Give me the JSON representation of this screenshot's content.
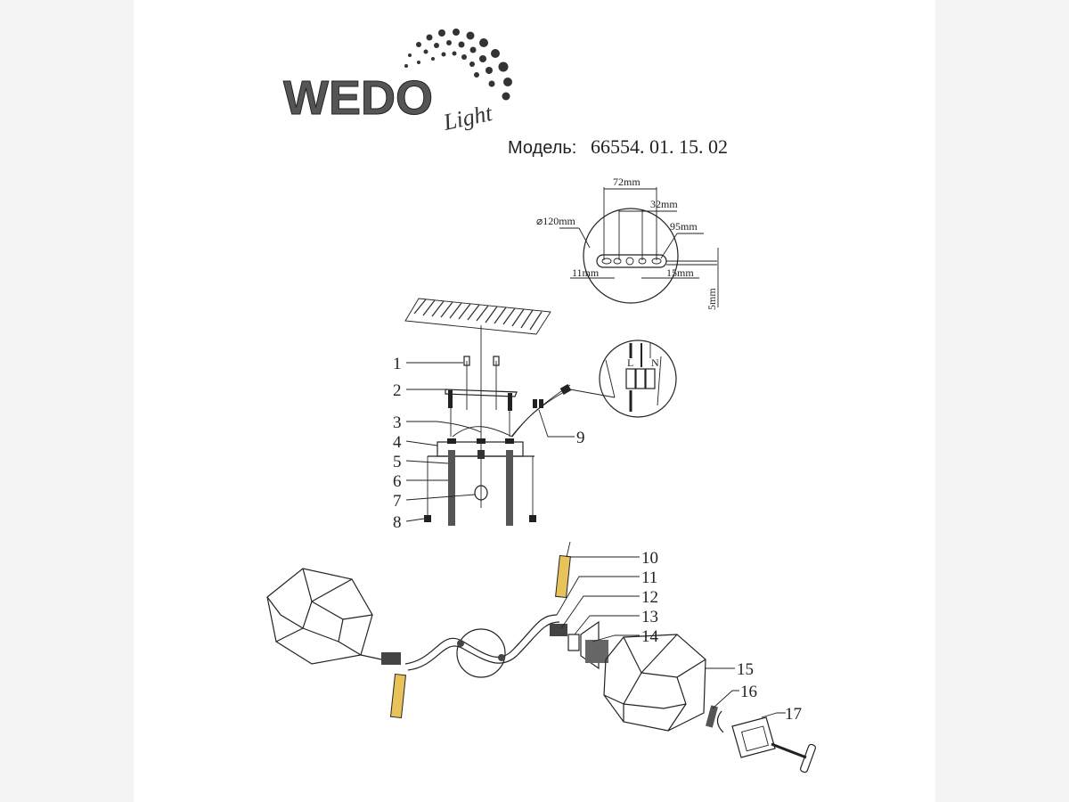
{
  "logo": {
    "brand": "WEDO",
    "sub": "Light"
  },
  "model": {
    "label": "Модель:",
    "number": "66554. 01. 15. 02"
  },
  "mount_dimensions": {
    "spacing_outer": "72mm",
    "spacing_inner": "32mm",
    "canopy_diameter": "⌀120mm",
    "bar_length": "95mm",
    "left_offset": "11mm",
    "right_offset": "15mm",
    "thickness": "5mm"
  },
  "wiring": {
    "live": "L",
    "neutral": "N"
  },
  "part_numbers": [
    "1",
    "2",
    "3",
    "4",
    "5",
    "6",
    "7",
    "8",
    "9",
    "10",
    "11",
    "12",
    "13",
    "14",
    "15",
    "16",
    "17"
  ],
  "colors": {
    "line": "#222222",
    "arm_accent": "#e8c35a"
  }
}
